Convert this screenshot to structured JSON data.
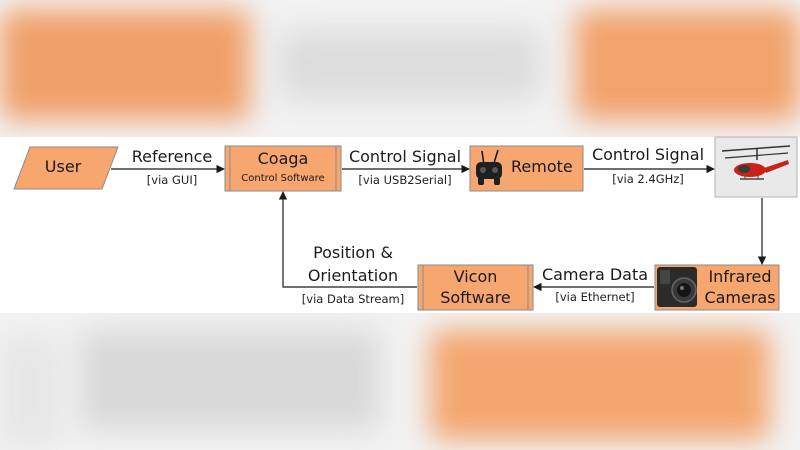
{
  "nodes": {
    "user": {
      "label": "User"
    },
    "coaga": {
      "label": "Coaga",
      "sublabel": "Control Software"
    },
    "remote": {
      "label": "Remote"
    },
    "infrared": {
      "label_line1": "Infrared",
      "label_line2": "Cameras"
    },
    "vicon": {
      "label_line1": "Vicon",
      "label_line2": "Software"
    }
  },
  "edges": {
    "user_to_coaga": {
      "label": "Reference",
      "via": "[via GUI]"
    },
    "coaga_to_remote": {
      "label": "Control Signal",
      "via": "[via USB2Serial]"
    },
    "remote_to_heli": {
      "label": "Control Signal",
      "via": "[via 2.4GHz]"
    },
    "cameras_to_vicon": {
      "label": "Camera Data",
      "via": "[via Ethernet]"
    },
    "vicon_to_coaga": {
      "label_line1": "Position &",
      "label_line2": "Orientation",
      "via": "[via Data Stream]"
    }
  },
  "colors": {
    "box_fill": "#f7a670",
    "box_stroke": "#8a8a8a",
    "arrow": "#1a1a1a"
  },
  "icons": {
    "remote": "remote-controller-icon",
    "camera": "infrared-camera-icon",
    "helicopter": "rc-helicopter-icon"
  }
}
